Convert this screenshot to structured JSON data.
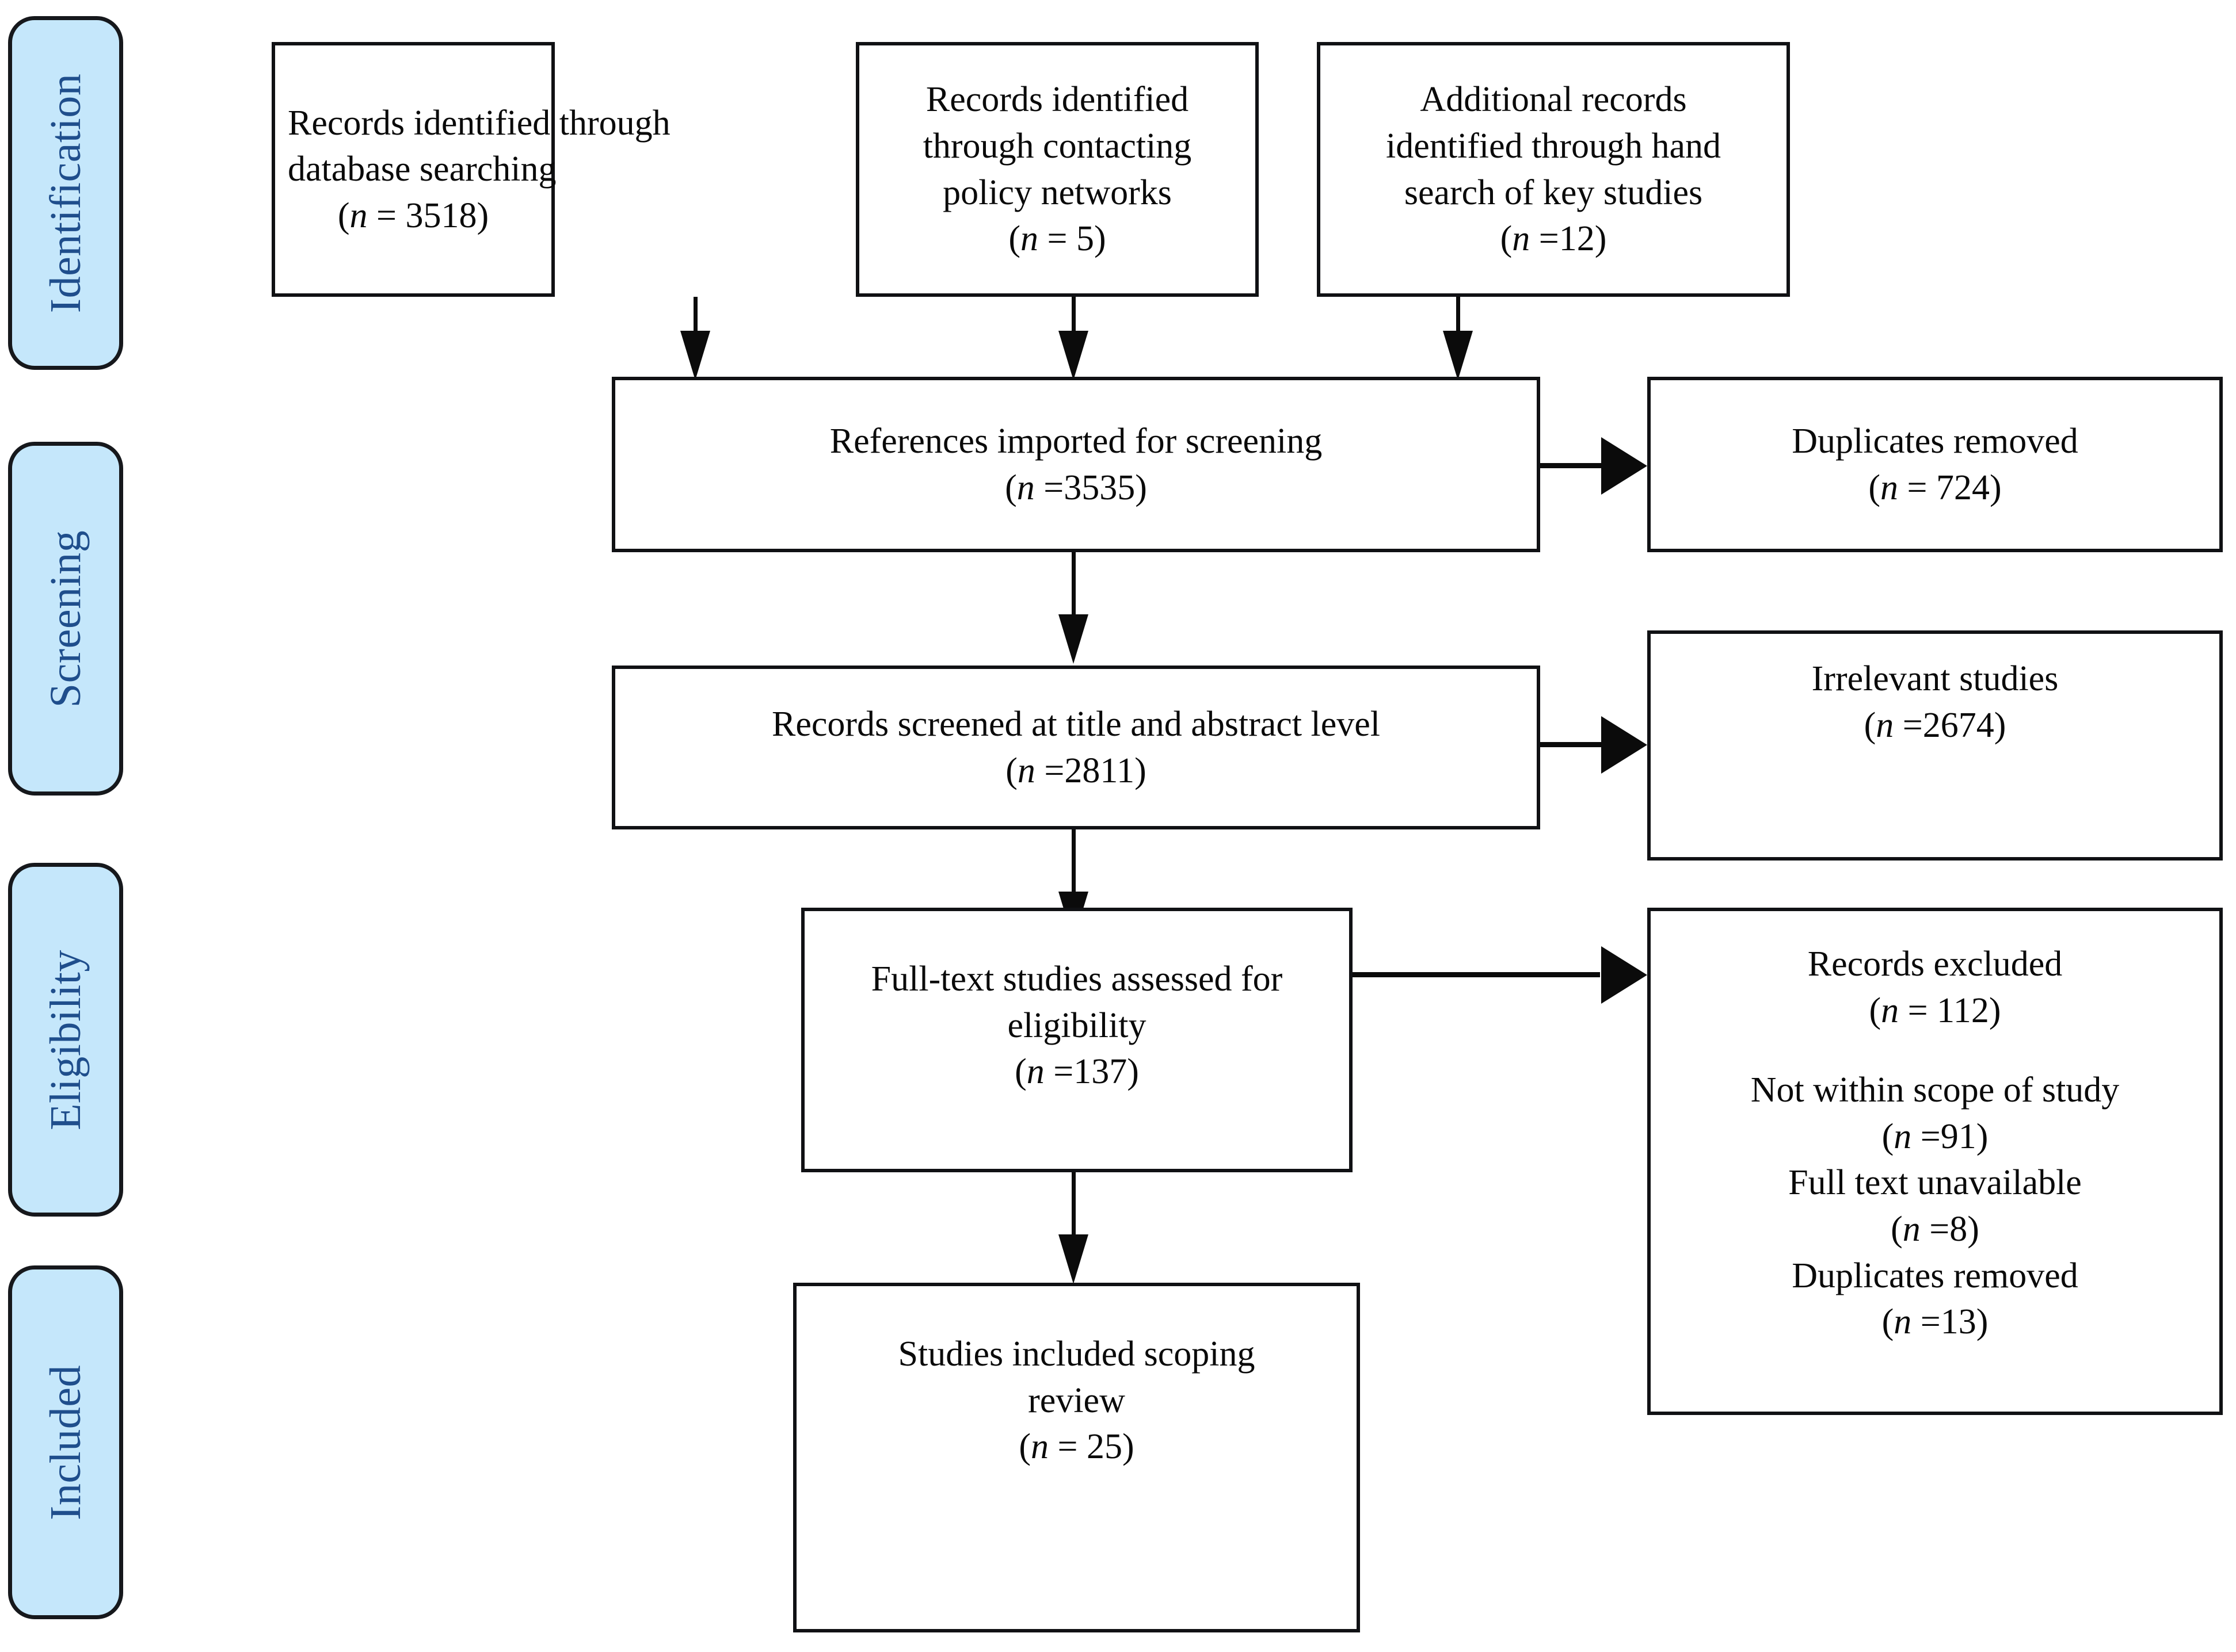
{
  "diagram": {
    "title": "PRISMA flow diagram",
    "type": "prisma-flowchart",
    "colors": {
      "stage_fill": "#c5e7fb",
      "stage_text": "#1f4e8c",
      "stage_border": "#16181c",
      "box_border": "#101114",
      "box_fill": "#ffffff",
      "box_text": "#0a0a0a",
      "arrow": "#0b0b0b"
    }
  },
  "stages": [
    {
      "id": "identification",
      "label": "Identification"
    },
    {
      "id": "screening",
      "label": "Screening"
    },
    {
      "id": "eligibility",
      "label": "Eligibility"
    },
    {
      "id": "included",
      "label": "Included"
    }
  ],
  "boxes": {
    "database_searching": {
      "id": "records-database-searching",
      "lines": [
        "Records identified through",
        "database searching"
      ],
      "count_prefix": "(",
      "count_n": "n",
      "count_rest": " = 3518)",
      "n_value": 3518
    },
    "policy_networks": {
      "id": "records-policy-networks",
      "lines": [
        "Records identified",
        "through contacting",
        "policy networks"
      ],
      "count_prefix": "(",
      "count_n": "n",
      "count_rest": " = 5)",
      "n_value": 5
    },
    "hand_search": {
      "id": "records-hand-search",
      "lines": [
        "Additional records",
        "identified through hand",
        "search of key studies"
      ],
      "count_prefix": "(",
      "count_n": "n",
      "count_rest": " =12)",
      "n_value": 12
    },
    "imported": {
      "id": "references-imported",
      "lines": [
        "References imported for screening"
      ],
      "count_prefix": "(",
      "count_n": "n",
      "count_rest": " =3535)",
      "n_value": 3535
    },
    "duplicates_removed": {
      "id": "duplicates-removed",
      "lines": [
        "Duplicates removed"
      ],
      "count_prefix": "(",
      "count_n": "n",
      "count_rest": " = 724)",
      "n_value": 724
    },
    "screened": {
      "id": "records-screened",
      "lines": [
        "Records screened at title and abstract level"
      ],
      "count_prefix": "(",
      "count_n": "n",
      "count_rest": " =2811)",
      "n_value": 2811
    },
    "irrelevant": {
      "id": "irrelevant-studies",
      "lines": [
        "Irrelevant studies"
      ],
      "count_prefix": "(",
      "count_n": "n",
      "count_rest": " =2674)",
      "n_value": 2674
    },
    "fulltext": {
      "id": "fulltext-assessed",
      "lines": [
        "Full-text studies assessed for",
        "eligibility"
      ],
      "count_prefix": "(",
      "count_n": "n",
      "count_rest": " =137)",
      "n_value": 137
    },
    "excluded": {
      "id": "records-excluded",
      "heading": "Records excluded",
      "heading_count_prefix": "(",
      "heading_count_n": "n",
      "heading_count_rest": " = 112)",
      "heading_n_value": 112,
      "reasons": [
        {
          "label": "Not within scope of study",
          "count_prefix": "(",
          "count_n": "n",
          "count_rest": " =91)",
          "n_value": 91
        },
        {
          "label": "Full text unavailable",
          "count_prefix": "(",
          "count_n": "n",
          "count_rest": " =8)",
          "n_value": 8
        },
        {
          "label": "Duplicates removed",
          "count_prefix": "(",
          "count_n": "n",
          "count_rest": " =13)",
          "n_value": 13
        }
      ]
    },
    "included_studies": {
      "id": "studies-included",
      "lines": [
        "Studies included scoping",
        "review"
      ],
      "count_prefix": "(",
      "count_n": "n",
      "count_rest": " = 25)",
      "n_value": 25
    }
  },
  "chart_data": {
    "type": "flowchart",
    "title": "PRISMA flow diagram",
    "nodes": [
      {
        "stage": "Identification",
        "label": "Records identified through database searching",
        "n": 3518
      },
      {
        "stage": "Identification",
        "label": "Records identified through contacting policy networks",
        "n": 5
      },
      {
        "stage": "Identification",
        "label": "Additional records identified through hand search of key studies",
        "n": 12
      },
      {
        "stage": "Screening",
        "label": "References imported for screening",
        "n": 3535
      },
      {
        "stage": "Screening",
        "label": "Duplicates removed",
        "n": 724
      },
      {
        "stage": "Screening",
        "label": "Records screened at title and abstract level",
        "n": 2811
      },
      {
        "stage": "Screening",
        "label": "Irrelevant studies",
        "n": 2674
      },
      {
        "stage": "Eligibility",
        "label": "Full-text studies assessed for eligibility",
        "n": 137
      },
      {
        "stage": "Eligibility",
        "label": "Records excluded",
        "n": 112
      },
      {
        "stage": "Eligibility",
        "label": "Not within scope of study",
        "n": 91
      },
      {
        "stage": "Eligibility",
        "label": "Full text unavailable",
        "n": 8
      },
      {
        "stage": "Eligibility",
        "label": "Duplicates removed",
        "n": 13
      },
      {
        "stage": "Included",
        "label": "Studies included scoping review",
        "n": 25
      }
    ]
  }
}
